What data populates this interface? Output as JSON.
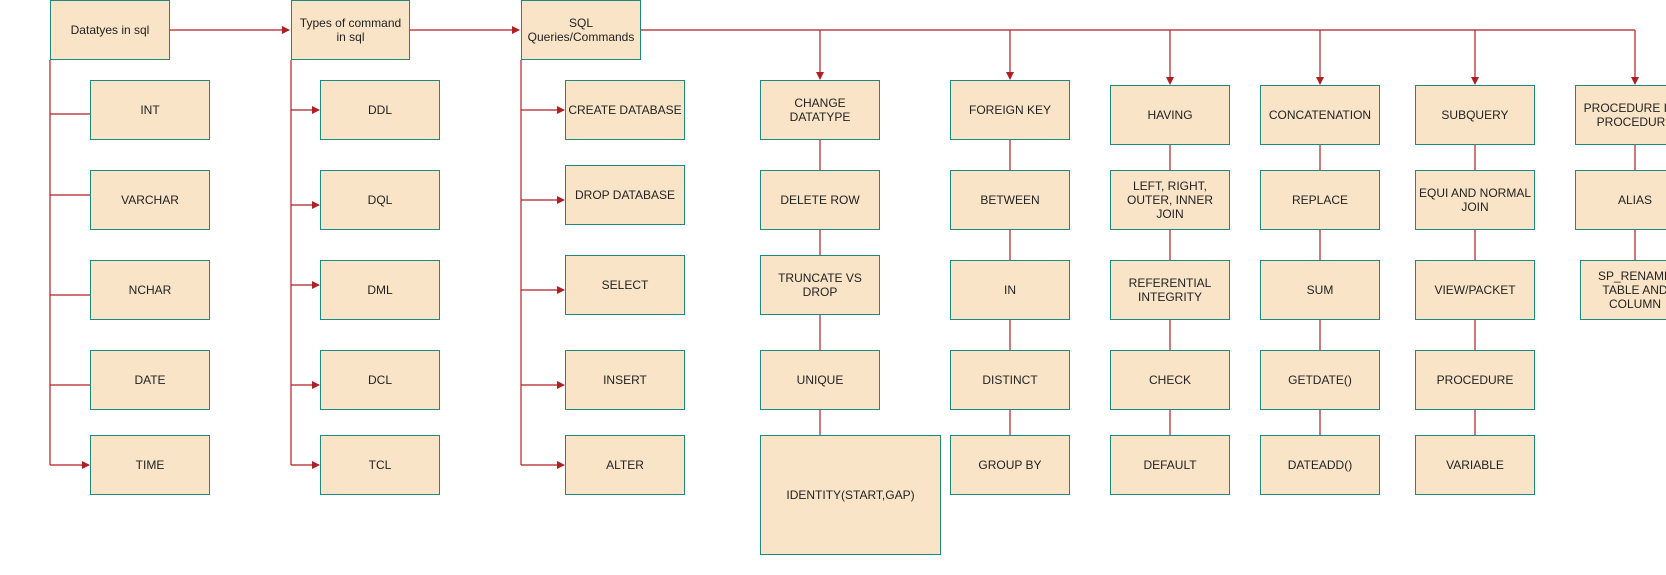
{
  "diagram": {
    "colors": {
      "node_fill": "#f9e4c8",
      "node_border": "#1c8a80",
      "edge": "#b01f24",
      "text": "#222222"
    },
    "groups": [
      {
        "header": "Datatyes in sql",
        "items": [
          "INT",
          "VARCHAR",
          "NCHAR",
          "DATE",
          "TIME"
        ]
      },
      {
        "header": "Types of command in sql",
        "items": [
          "DDL",
          "DQL",
          "DML",
          "DCL",
          "TCL"
        ]
      },
      {
        "header": "SQL Queries/Commands",
        "items": [
          "CREATE DATABASE",
          "DROP DATABASE",
          "SELECT",
          "INSERT",
          "ALTER"
        ]
      }
    ],
    "columns": [
      [
        "CHANGE DATATYPE",
        "DELETE ROW",
        "TRUNCATE VS DROP",
        "UNIQUE",
        "IDENTITY(START,GAP)"
      ],
      [
        "FOREIGN KEY",
        "BETWEEN",
        "IN",
        "DISTINCT",
        "GROUP BY"
      ],
      [
        "HAVING",
        "LEFT, RIGHT, OUTER, INNER JOIN",
        "REFERENTIAL INTEGRITY",
        "CHECK",
        "DEFAULT"
      ],
      [
        "CONCATENATION",
        "REPLACE",
        "SUM",
        "GETDATE()",
        "DATEADD()"
      ],
      [
        "SUBQUERY",
        "EQUI AND NORMAL JOIN",
        "VIEW/PACKET",
        "PROCEDURE",
        "VARIABLE"
      ],
      [
        "PROCEDURE IN A PROCEDURE",
        "ALIAS",
        "SP_RENAME TABLE AND COLUMN"
      ]
    ]
  }
}
